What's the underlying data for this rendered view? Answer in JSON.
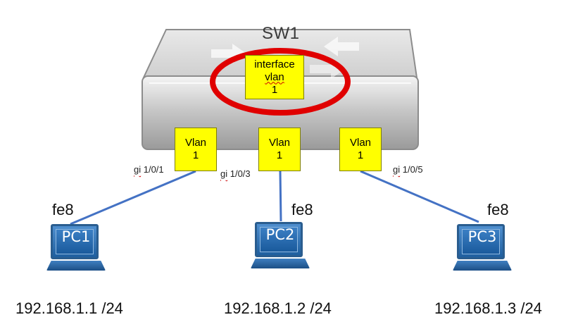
{
  "switch": {
    "name": "SW1"
  },
  "svi": {
    "line1": "interface",
    "line2": "vlan",
    "line3": "1"
  },
  "vlan_ports": [
    {
      "line1": "Vlan",
      "line2": "1"
    },
    {
      "line1": "Vlan",
      "line2": "1"
    },
    {
      "line1": "Vlan",
      "line2": "1"
    }
  ],
  "port_labels": [
    {
      "prefix": "gi",
      "rest": " 1/0/1"
    },
    {
      "prefix": "gi",
      "rest": " 1/0/3"
    },
    {
      "prefix": "gi",
      "rest": " 1/0/5"
    }
  ],
  "pcs": [
    {
      "name": "PC1",
      "nic": "fe8",
      "ip": "192.168.1.1 /24"
    },
    {
      "name": "PC2",
      "nic": "fe8",
      "ip": "192.168.1.2 /24"
    },
    {
      "name": "PC3",
      "nic": "fe8",
      "ip": "192.168.1.3 /24"
    }
  ],
  "colors": {
    "highlight_ring": "#e00000",
    "link": "#4472c4",
    "label_box": "#ffff00"
  }
}
